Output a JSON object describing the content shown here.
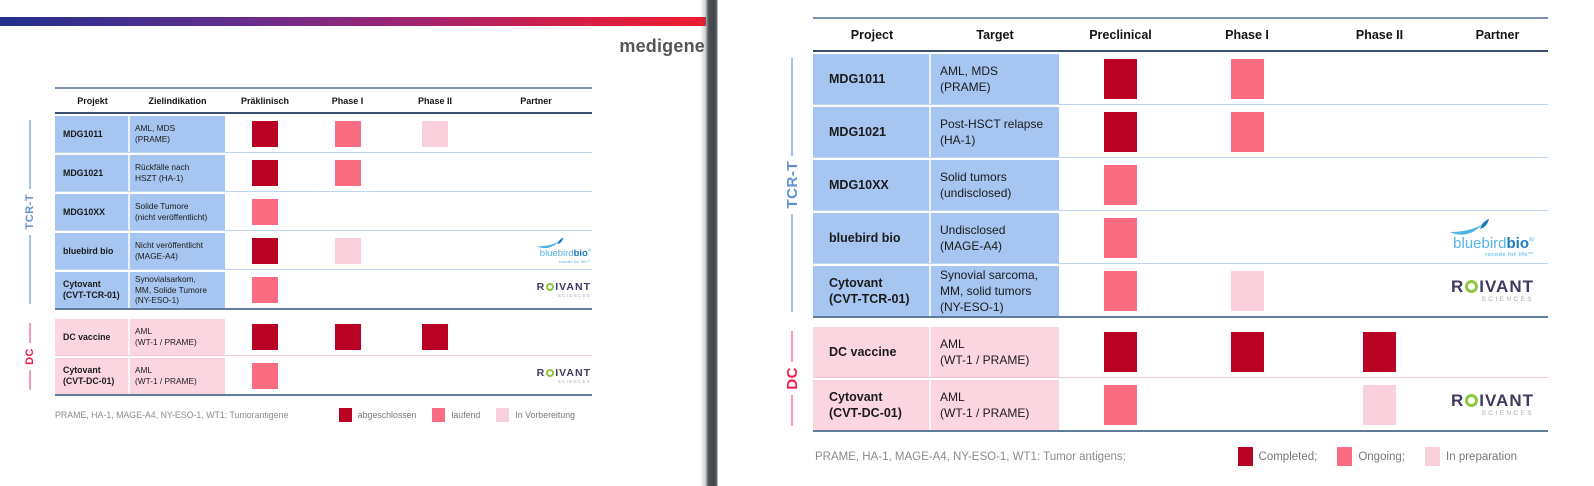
{
  "brand": "medigene",
  "colors": {
    "completed": "#B80123",
    "ongoing": "#FA6C82",
    "preparation": "#F9D0DC",
    "tcrt_band": "#A6C5F0",
    "dc_band": "#FBD6E1",
    "tcrt_label": "#6090D4",
    "dc_label": "#F01E4B",
    "gradient_start": "#20318C",
    "gradient_end": "#ED1B2F"
  },
  "logos": {
    "bluebirdbio": {
      "name": "bluebird",
      "bold": "bio",
      "reg": "®",
      "tagline": "recode for life™"
    },
    "roivant": {
      "name": "ROIVANT",
      "sub": "SCIENCES"
    }
  },
  "slides": {
    "left": {
      "language": "de",
      "columns": [
        "Projekt",
        "Zielindikation",
        "Präklinisch",
        "Phase I",
        "Phase II",
        "Partner"
      ],
      "sections": [
        {
          "label": "TCR-T",
          "theme": "tcrt",
          "rows": [
            {
              "project": "MDG1011",
              "target": "AML, MDS\n(PRAME)",
              "phases": [
                "completed",
                "ongoing",
                "preparation"
              ],
              "partner": null
            },
            {
              "project": "MDG1021",
              "target": "Rückfälle nach\nHSZT (HA-1)",
              "phases": [
                "completed",
                "ongoing",
                "none"
              ],
              "partner": null
            },
            {
              "project": "MDG10XX",
              "target": "Solide Tumore\n(nicht veröffentlicht)",
              "phases": [
                "ongoing",
                "none",
                "none"
              ],
              "partner": null
            },
            {
              "project": "bluebird bio",
              "target": "Nicht veröffentlicht\n(MAGE-A4)",
              "phases": [
                "completed",
                "preparation",
                "none"
              ],
              "partner": "bluebirdbio"
            },
            {
              "project": "Cytovant\n(CVT-TCR-01)",
              "target": "Synovialsarkom,\nMM, Solide Tumore\n(NY-ESO-1)",
              "phases": [
                "ongoing",
                "none",
                "none"
              ],
              "partner": "roivant"
            }
          ]
        },
        {
          "label": "DC",
          "theme": "dc",
          "rows": [
            {
              "project": "DC vaccine",
              "target": "AML\n(WT-1 / PRAME)",
              "phases": [
                "completed",
                "completed",
                "completed"
              ],
              "partner": null
            },
            {
              "project": "Cytovant\n(CVT-DC-01)",
              "target": "AML\n(WT-1 / PRAME)",
              "phases": [
                "ongoing",
                "none",
                "none"
              ],
              "partner": "roivant"
            }
          ]
        }
      ],
      "legend": {
        "note": "PRAME, HA-1, MAGE-A4, NY-ESO-1, WT1: Tumorantigene",
        "items": [
          {
            "label": "abgeschlossen",
            "status": "completed"
          },
          {
            "label": "laufend",
            "status": "ongoing"
          },
          {
            "label": "In Vorbereitung",
            "status": "preparation"
          }
        ]
      }
    },
    "right": {
      "language": "en",
      "columns": [
        "Project",
        "Target",
        "Preclinical",
        "Phase I",
        "Phase II",
        "Partner"
      ],
      "sections": [
        {
          "label": "TCR-T",
          "theme": "tcrt",
          "rows": [
            {
              "project": "MDG1011",
              "target": "AML, MDS\n(PRAME)",
              "phases": [
                "completed",
                "ongoing",
                "none"
              ],
              "partner": null
            },
            {
              "project": "MDG1021",
              "target": "Post-HSCT relapse\n(HA-1)",
              "phases": [
                "completed",
                "ongoing",
                "none"
              ],
              "partner": null
            },
            {
              "project": "MDG10XX",
              "target": "Solid tumors\n(undisclosed)",
              "phases": [
                "ongoing",
                "none",
                "none"
              ],
              "partner": null
            },
            {
              "project": "bluebird bio",
              "target": "Undisclosed\n(MAGE-A4)",
              "phases": [
                "ongoing",
                "none",
                "none"
              ],
              "partner": "bluebirdbio"
            },
            {
              "project": "Cytovant\n(CVT-TCR-01)",
              "target": "Synovial sarcoma,\nMM, solid tumors\n(NY-ESO-1)",
              "phases": [
                "ongoing",
                "preparation",
                "none"
              ],
              "partner": "roivant"
            }
          ]
        },
        {
          "label": "DC",
          "theme": "dc",
          "rows": [
            {
              "project": "DC vaccine",
              "target": "AML\n(WT-1 / PRAME)",
              "phases": [
                "completed",
                "completed",
                "completed"
              ],
              "partner": null
            },
            {
              "project": "Cytovant\n(CVT-DC-01)",
              "target": "AML\n(WT-1 / PRAME)",
              "phases": [
                "ongoing",
                "none",
                "preparation"
              ],
              "partner": "roivant"
            }
          ]
        }
      ],
      "legend": {
        "note": "PRAME, HA-1, MAGE-A4, NY-ESO-1, WT1: Tumor antigens;",
        "items": [
          {
            "label": "Completed;",
            "status": "completed"
          },
          {
            "label": "Ongoing;",
            "status": "ongoing"
          },
          {
            "label": "In preparation",
            "status": "preparation"
          }
        ]
      }
    }
  }
}
